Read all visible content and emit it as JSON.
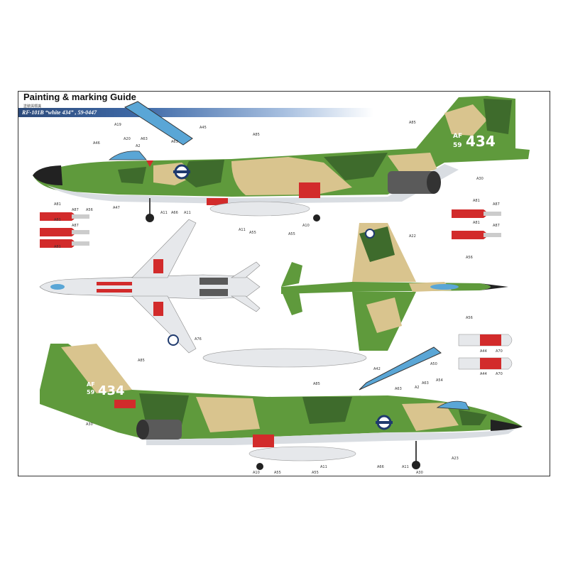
{
  "guide": {
    "title": "Painting & marking Guide",
    "subtitle_cn": "塗裝與標識",
    "aircraft": "RF-101B “white 434” ,  59-0447"
  },
  "markings": {
    "tail_af": "AF",
    "tail_year": "59",
    "tail_number": "434"
  },
  "colors": {
    "green": "#5f9a3c",
    "dark_green": "#3e6b2c",
    "tan": "#d9c48e",
    "light_gray": "#d9dde2",
    "red": "#d22b2b",
    "canopy": "#5aa6d6",
    "metal": "#5a5a5a"
  },
  "callouts": {
    "top_side": [
      "A19",
      "A45",
      "A20",
      "A63",
      "A2",
      "A63",
      "A46",
      "A85",
      "A85",
      "A30",
      "A47",
      "A11",
      "A66",
      "A11",
      "A11",
      "A55",
      "A55",
      "A10"
    ],
    "ordnance_left": [
      "A81",
      "A87",
      "A56",
      "A81",
      "A87",
      "A81"
    ],
    "ordnance_right": [
      "A81",
      "A87",
      "A81",
      "A87"
    ],
    "top_view": [
      "A22",
      "A56",
      "A56"
    ],
    "under_view": [
      "A76"
    ],
    "bottom_side": [
      "A85",
      "A30",
      "A85",
      "A42",
      "A50",
      "A63",
      "A2",
      "A63",
      "A54",
      "A10",
      "A55",
      "A55",
      "A11",
      "A66",
      "A11",
      "A30",
      "A23"
    ],
    "rockets": [
      "A44",
      "A70",
      "A44",
      "A70"
    ]
  }
}
